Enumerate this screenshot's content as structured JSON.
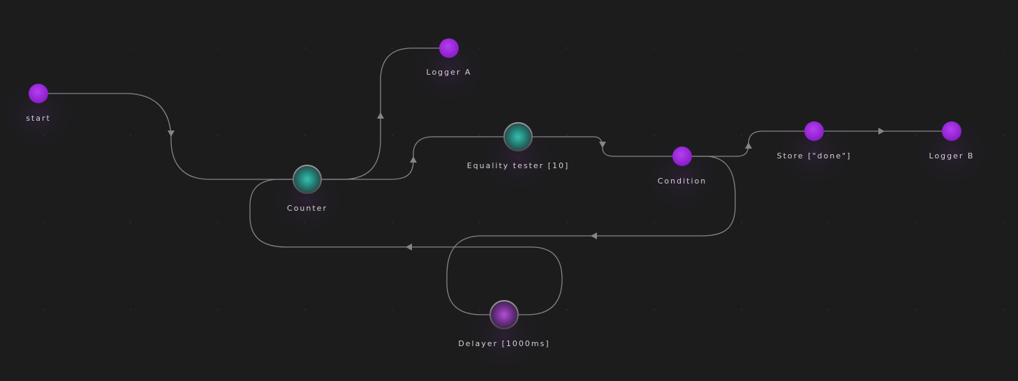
{
  "colors": {
    "background": "#1c1c1d",
    "edge": "#8a8486",
    "label": "#d9d0d2",
    "endpoint_node": "#9b26d6",
    "processor_node_core": "#2fa99a",
    "delay_node_core": "#9b3bbf",
    "grid_dot": "#2b2b2c"
  },
  "nodes": [
    {
      "id": "start",
      "label": "start",
      "kind": "endpoint",
      "icon": "circle-node-icon"
    },
    {
      "id": "logger_a",
      "label": "Logger A",
      "kind": "endpoint",
      "icon": "circle-node-icon"
    },
    {
      "id": "counter",
      "label": "Counter",
      "kind": "processor",
      "icon": "orb-node-icon"
    },
    {
      "id": "equality",
      "label": "Equality tester [10]",
      "kind": "processor",
      "icon": "orb-node-icon"
    },
    {
      "id": "condition",
      "label": "Condition",
      "kind": "endpoint",
      "icon": "circle-node-icon"
    },
    {
      "id": "store",
      "label": "Store [\"done\"]",
      "kind": "endpoint",
      "icon": "circle-node-icon"
    },
    {
      "id": "logger_b",
      "label": "Logger B",
      "kind": "endpoint",
      "icon": "circle-node-icon"
    },
    {
      "id": "delayer",
      "label": "Delayer [1000ms]",
      "kind": "delay",
      "icon": "orb-node-icon"
    }
  ],
  "edges": [
    {
      "from": "start",
      "to": "counter"
    },
    {
      "from": "counter",
      "to": "logger_a"
    },
    {
      "from": "counter",
      "to": "equality"
    },
    {
      "from": "equality",
      "to": "condition"
    },
    {
      "from": "condition",
      "to": "store"
    },
    {
      "from": "store",
      "to": "logger_b"
    },
    {
      "from": "condition",
      "to": "delayer"
    },
    {
      "from": "delayer",
      "to": "counter"
    }
  ]
}
